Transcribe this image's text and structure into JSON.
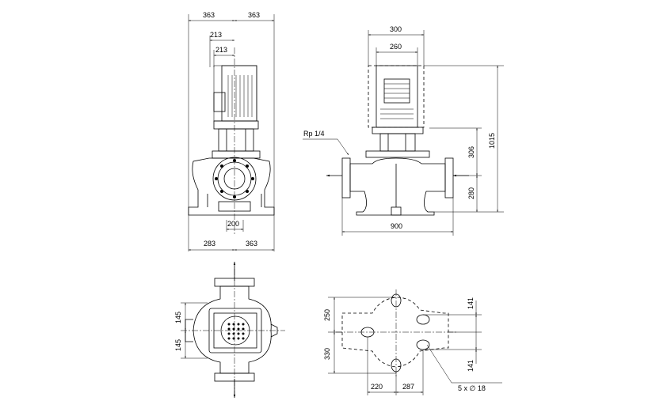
{
  "front_view": {
    "dims": {
      "top_left": "363",
      "top_right": "363",
      "upper": "213",
      "lower": "213",
      "bottom_mid": "200",
      "bottom_left": "283",
      "bottom_right": "363"
    }
  },
  "side_view": {
    "dims": {
      "top_outer": "300",
      "top_inner": "260",
      "height_total": "1015",
      "height_upper": "306",
      "height_lower": "280",
      "width": "900",
      "port_label": "Rp 1/4"
    }
  },
  "plan_view": {
    "dims": {
      "left_upper": "145",
      "left_lower": "145"
    }
  },
  "base_view": {
    "dims": {
      "left_upper": "250",
      "left_lower": "330",
      "right_upper": "141",
      "right_lower": "141",
      "bottom_left": "220",
      "bottom_right": "287",
      "holes": "5 x ∅ 18"
    }
  },
  "icons": [
    "flow-arrow-icon",
    "diameter-symbol-icon"
  ]
}
